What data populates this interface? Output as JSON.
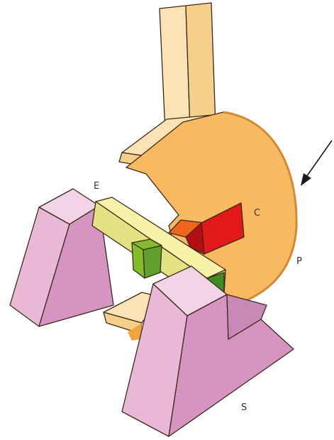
{
  "labels": {
    "E": "E",
    "C": "C",
    "P": "P",
    "S": "S"
  },
  "colors": {
    "background": "#ffffff",
    "pendulum": "#f8b960",
    "pendulum_edge": "#d38a32",
    "arm_light": "#fbe3b5",
    "arm_mid": "#f6cf8a",
    "support_front": "#e9b8d6",
    "support_side": "#d595c0",
    "support_top": "#f3d4e7",
    "specimen_top": "#f6f2a8",
    "specimen_front": "#e3e383",
    "notch_green": "#84bb2c",
    "notch_green_dark": "#3e8c22",
    "striker_red": "#e2191b",
    "striker_red_dark": "#b40f12",
    "striker_orange": "#f0661d",
    "arrow": "#1a1a1a"
  },
  "icons": {
    "direction_arrow": "swing-direction-arrow"
  }
}
